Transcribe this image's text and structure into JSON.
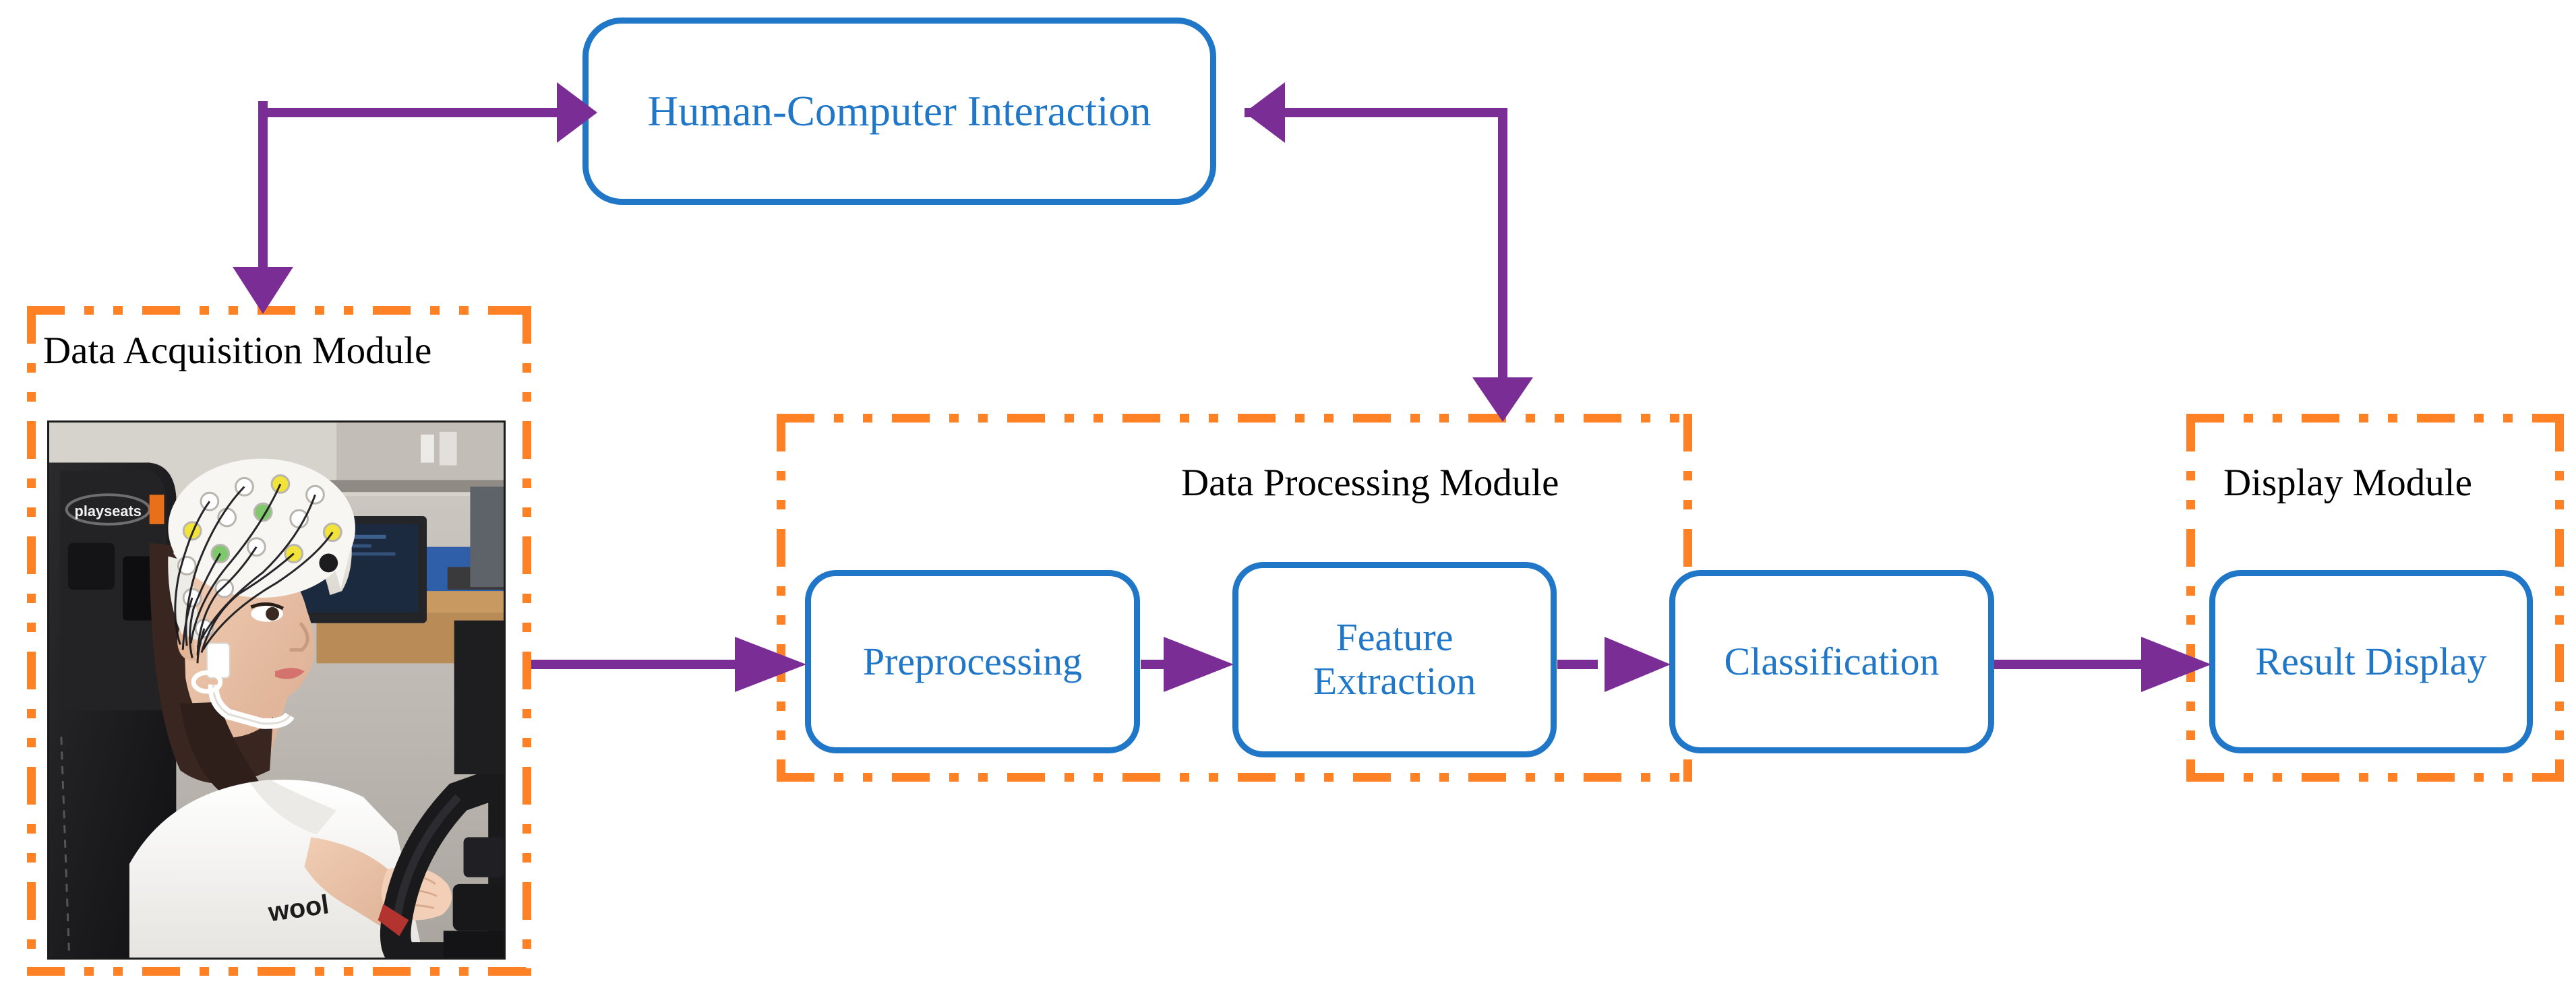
{
  "diagram": {
    "title": "EEG brain-computer interface system architecture",
    "colors": {
      "box_border_blue": "#2077C8",
      "box_text_blue": "#2077C8",
      "module_border_orange": "#FF8126",
      "arrow_purple": "#7B2D96",
      "label_black": "#000000",
      "background": "#FFFFFF"
    }
  },
  "boxes": {
    "hci": "Human-Computer Interaction",
    "preprocessing": "Preprocessing",
    "feature_extraction_line1": "Feature",
    "feature_extraction_line2": "Extraction",
    "classification": "Classification",
    "result_display": "Result Display"
  },
  "modules": {
    "acquisition": "Data Acquisition Module",
    "processing": "Data Processing Module",
    "display": "Display Module"
  },
  "photo": {
    "alt": "Participant wearing an EEG electrode cap seated in a driving simulator holding a steering wheel",
    "seat_brand_text": "playseats",
    "shirt_text": "wool"
  },
  "connections": [
    {
      "from": "data-acquisition-module",
      "to": "hci",
      "style": "elbow-up-right-arrow"
    },
    {
      "from": "hci",
      "to": "data-processing-module",
      "style": "elbow-right-down-arrow"
    },
    {
      "from": "data-acquisition-module",
      "to": "preprocessing",
      "style": "straight-right-arrow"
    },
    {
      "from": "preprocessing",
      "to": "feature-extraction",
      "style": "straight-right-arrow"
    },
    {
      "from": "feature-extraction",
      "to": "classification",
      "style": "straight-right-arrow"
    },
    {
      "from": "classification",
      "to": "result-display",
      "style": "straight-right-arrow"
    }
  ]
}
